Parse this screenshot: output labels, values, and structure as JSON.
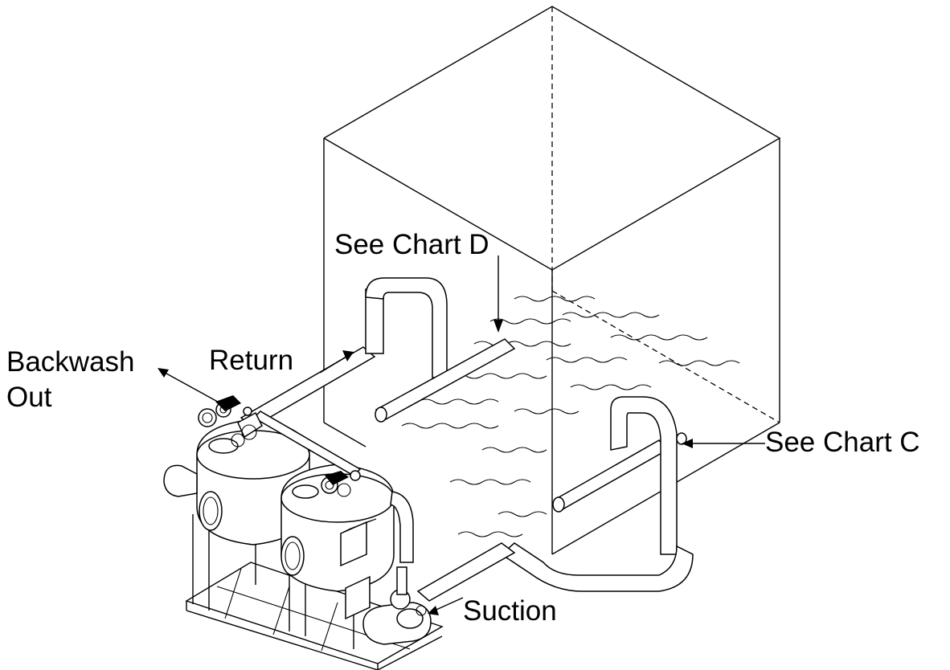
{
  "labels": {
    "see_chart_d": "See Chart D",
    "see_chart_c": "See Chart C",
    "return": "Return",
    "backwash_line1": "Backwash",
    "backwash_line2": "Out",
    "suction": "Suction"
  },
  "colors": {
    "line": "#000000",
    "background": "#ffffff"
  }
}
